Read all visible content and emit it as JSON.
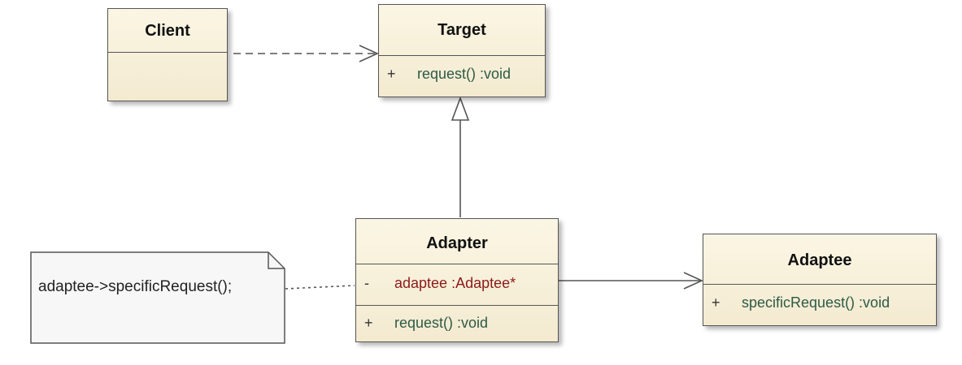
{
  "classes": {
    "client": {
      "name": "Client"
    },
    "target": {
      "name": "Target",
      "operations": [
        {
          "visibility": "+",
          "signature": "request()  :void"
        }
      ]
    },
    "adapter": {
      "name": "Adapter",
      "attributes": [
        {
          "visibility": "-",
          "signature": "adaptee  :Adaptee*"
        }
      ],
      "operations": [
        {
          "visibility": "+",
          "signature": "request()  :void"
        }
      ]
    },
    "adaptee": {
      "name": "Adaptee",
      "operations": [
        {
          "visibility": "+",
          "signature": "specificRequest()  :void"
        }
      ]
    }
  },
  "note": {
    "text": "adaptee->specificRequest();"
  },
  "relations": [
    {
      "from": "Client",
      "to": "Target",
      "kind": "dependency"
    },
    {
      "from": "Adapter",
      "to": "Target",
      "kind": "generalization"
    },
    {
      "from": "Adapter",
      "to": "Adaptee",
      "kind": "association"
    },
    {
      "from": "note",
      "to": "Adapter",
      "kind": "note-anchor"
    }
  ],
  "colors": {
    "class_fill_top": "#fbf6e4",
    "class_fill_bottom": "#f3ead0",
    "operation_text": "#2e5a46",
    "attribute_text": "#8b1a1a",
    "note_fill": "#f7f7f7"
  }
}
